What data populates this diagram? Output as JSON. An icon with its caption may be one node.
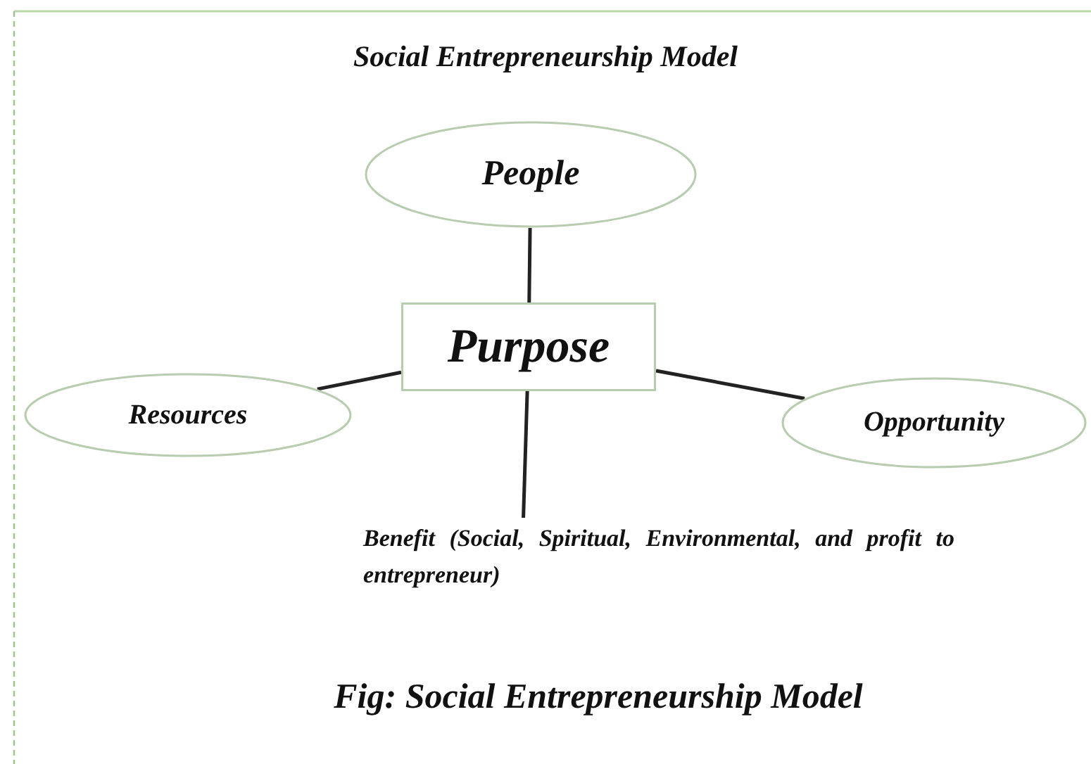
{
  "diagram": {
    "title": "Social Entrepreneurship Model",
    "caption": "Fig: Social Entrepreneurship Model",
    "nodes": [
      {
        "text": [
          "People"
        ]
      },
      {
        "text": [
          "Purpose"
        ]
      },
      {
        "text": [
          "Resources"
        ]
      },
      {
        "text": [
          "Opportunity"
        ]
      },
      {
        "text": [
          "Benefit (Social, Spiritual, Environmental, and profit to entrepreneur)"
        ]
      }
    ],
    "edges": [
      {
        "from": 1,
        "to": 0,
        "arrow": "none"
      },
      {
        "from": 1,
        "to": 2,
        "arrow": "none"
      },
      {
        "from": 1,
        "to": 3,
        "arrow": "none"
      },
      {
        "from": 1,
        "to": 4,
        "arrow": "none"
      }
    ]
  }
}
